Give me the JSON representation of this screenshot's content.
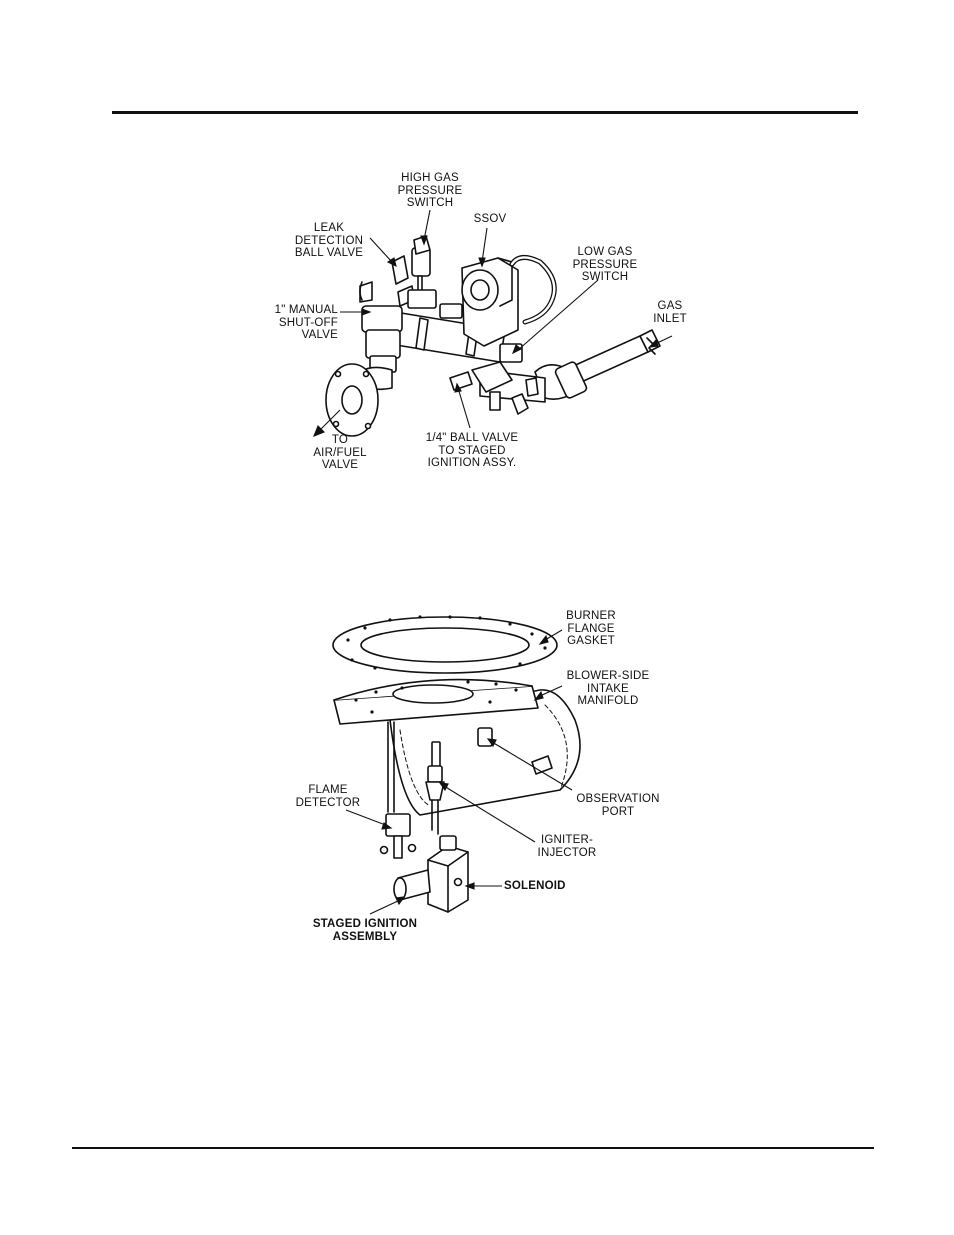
{
  "figure1": {
    "labels": {
      "high_gas": "HIGH GAS\nPRESSURE\nSWITCH",
      "ssov": "SSOV",
      "leak": "LEAK\nDETECTION\nBALL VALVE",
      "low_gas": "LOW GAS\nPRESSURE\nSWITCH",
      "manual": "1\" MANUAL\nSHUT-OFF\nVALVE",
      "gas_inlet": "GAS\nINLET",
      "to_air": "TO\nAIR/FUEL\nVALVE",
      "ball_valve": "1/4\" BALL VALVE\nTO STAGED\nIGNITION ASSY."
    }
  },
  "figure2": {
    "labels": {
      "gasket": "BURNER\nFLANGE\nGASKET",
      "manifold": "BLOWER-SIDE\nINTAKE\nMANIFOLD",
      "observation": "OBSERVATION\nPORT",
      "flame": "FLAME\nDETECTOR",
      "igniter": "IGNITER-\nINJECTOR",
      "solenoid": "SOLENOID",
      "staged": "STAGED IGNITION\nASSEMBLY"
    }
  }
}
